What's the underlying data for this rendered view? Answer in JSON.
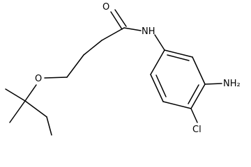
{
  "molecule": {
    "atoms": {
      "oxygen_carbonyl": "O",
      "amide_nh": "NH",
      "amino": "NH₂",
      "chloro": "Cl",
      "ether_oxygen": "O"
    }
  }
}
